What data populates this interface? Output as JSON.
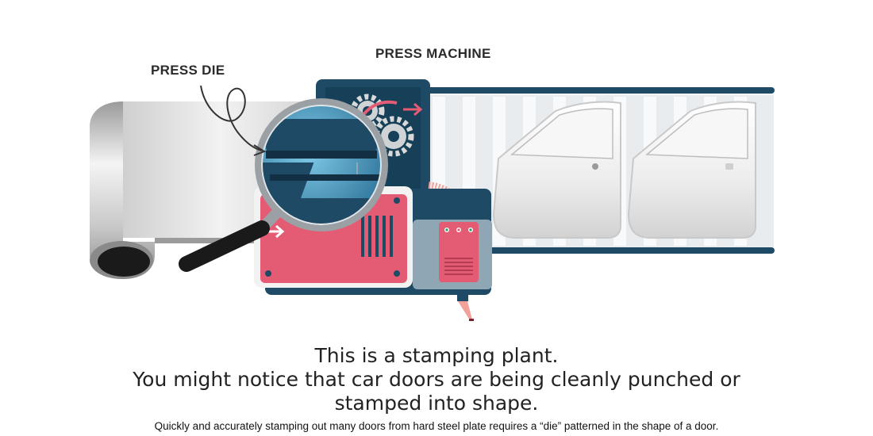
{
  "labels": {
    "press_machine": "PRESS MACHINE",
    "press_die": "PRESS DIE"
  },
  "caption": {
    "line1": "This is a stamping plant.",
    "line2": "You might notice that car doors are being cleanly punched or",
    "line3": "stamped into shape.",
    "sub": "Quickly and accurately stamping out many doors from hard steel plate requires a “die” patterned in the shape of a door."
  },
  "colors": {
    "machine_navy": "#1f4a66",
    "machine_pink": "#e45c74",
    "coil_steel": "#c8c8c8",
    "conveyor_rail": "#1f4a66",
    "door_white": "#f2f2f2"
  },
  "icons": [
    "gear-icon",
    "arrow-right-icon",
    "magnifier-icon",
    "car-door-icon"
  ]
}
